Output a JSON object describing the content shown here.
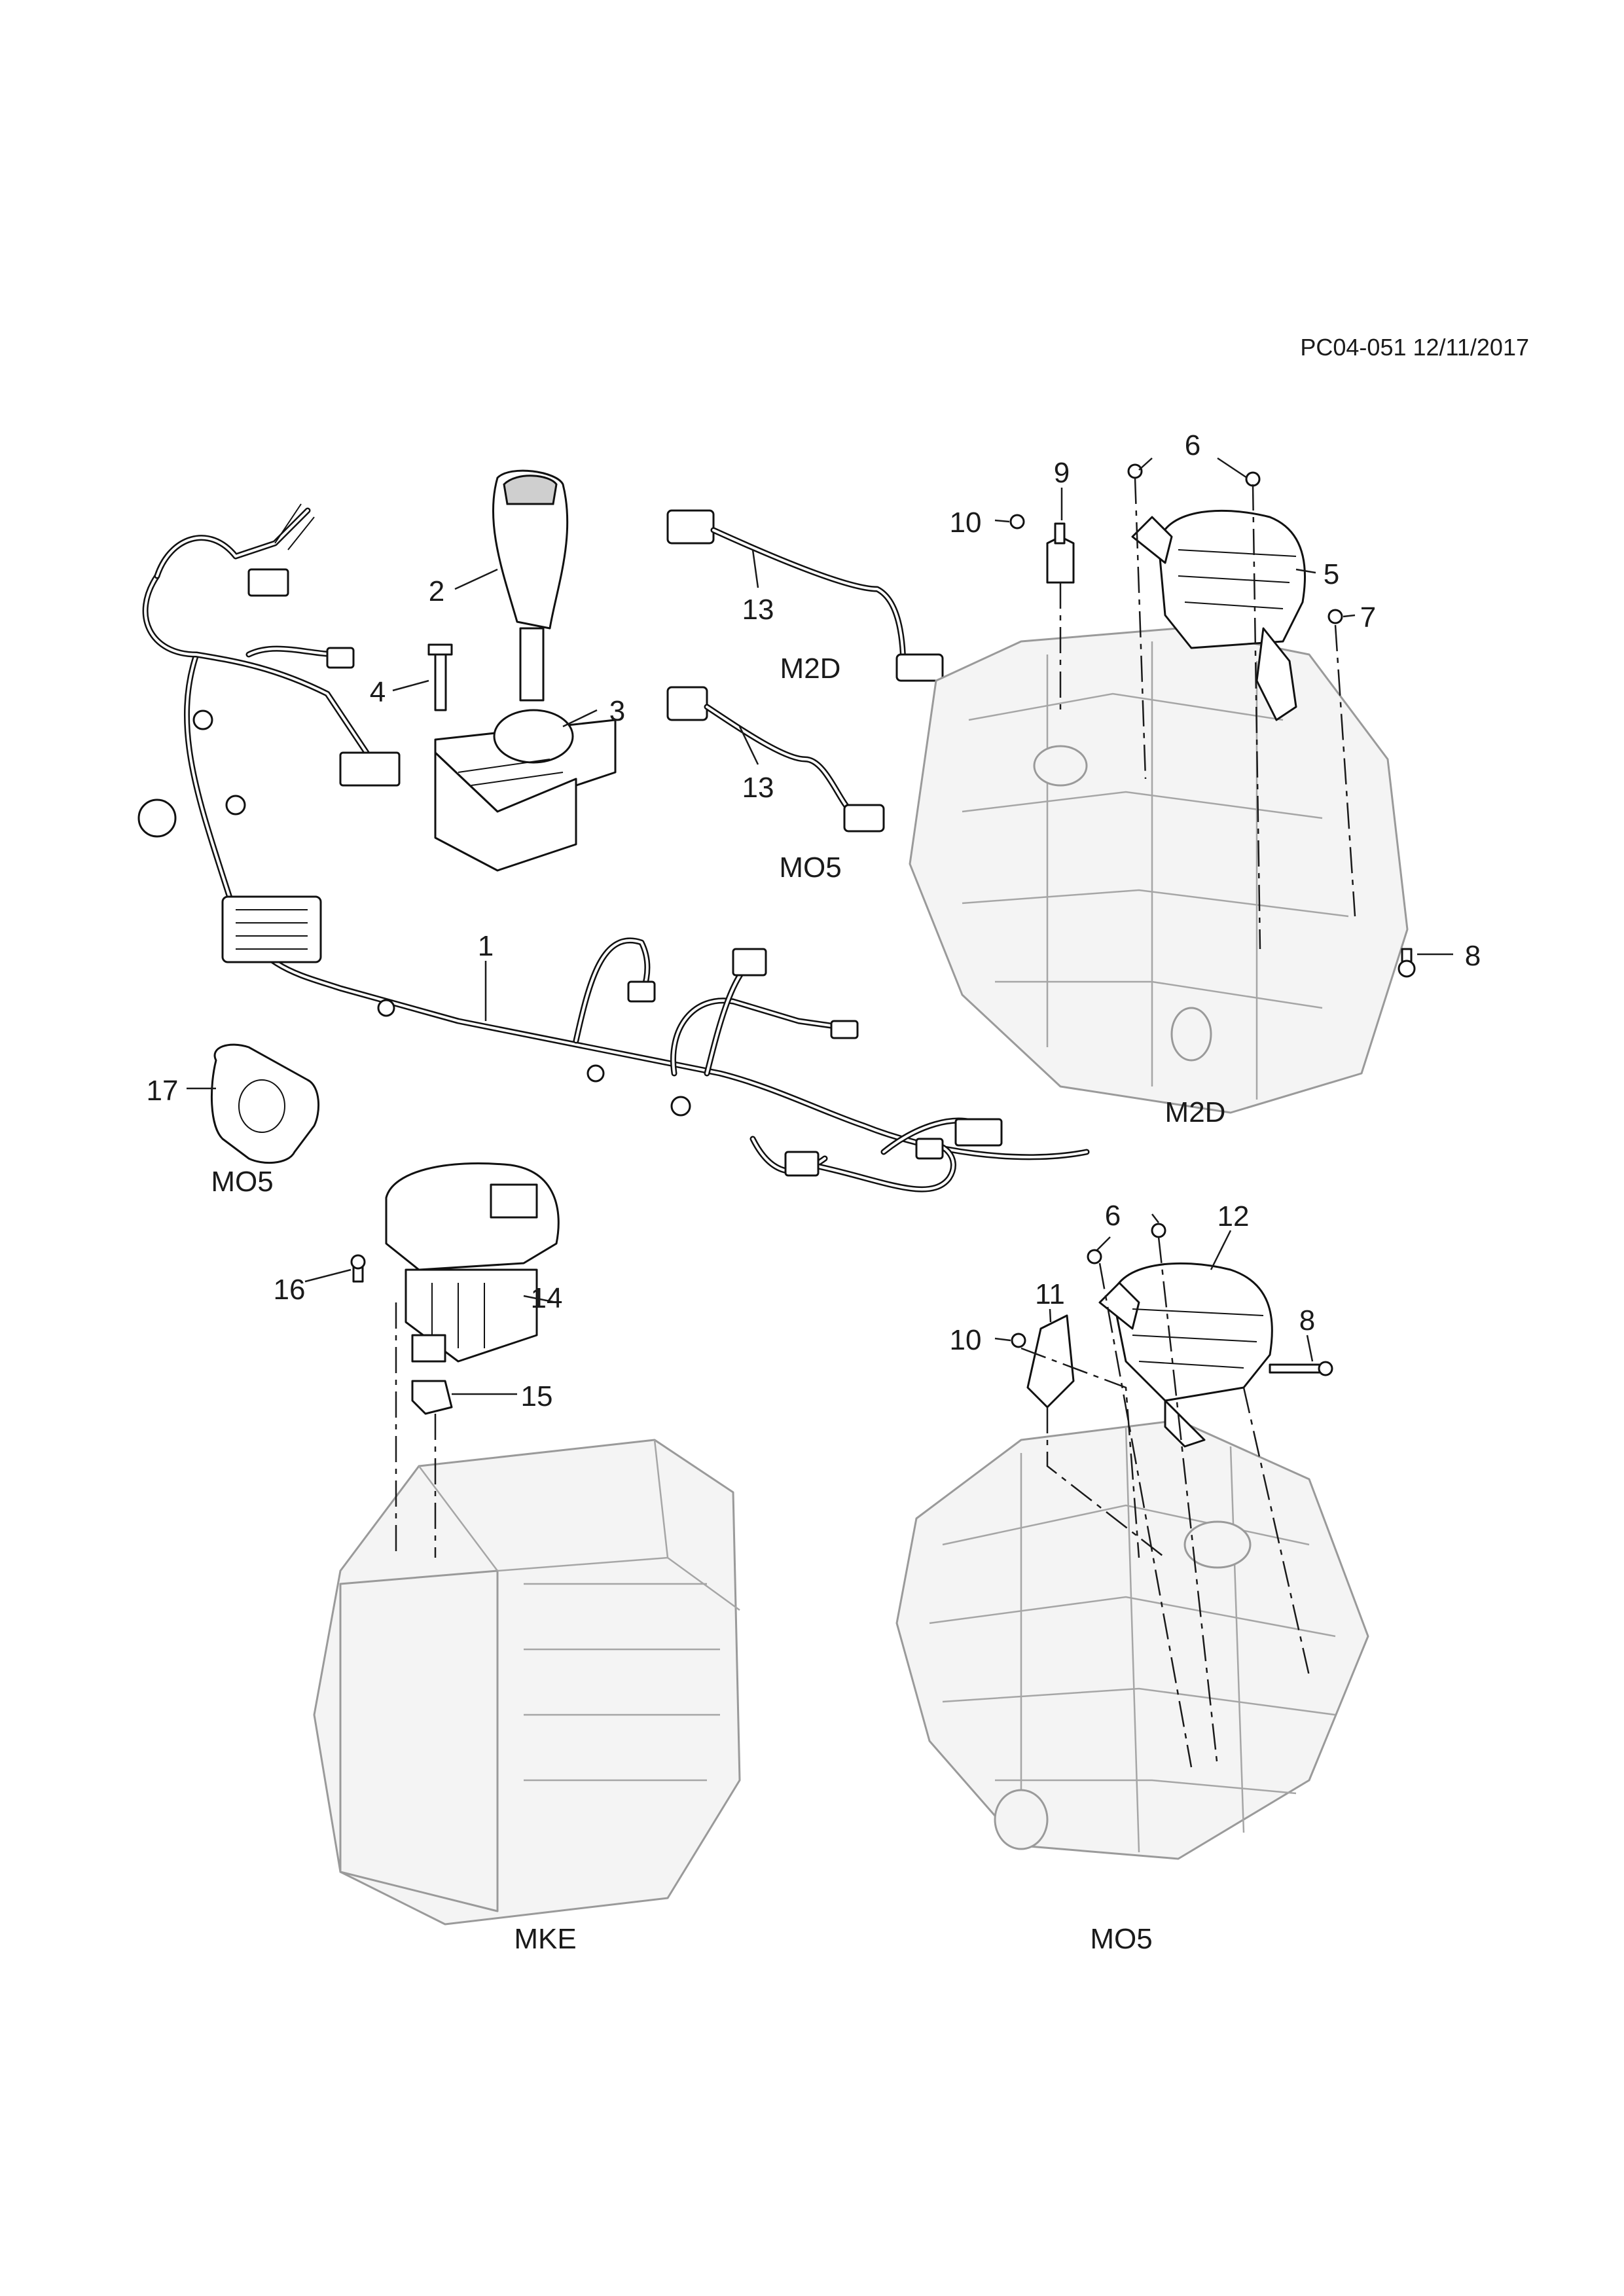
{
  "document": {
    "reference": "PC04-051 12/11/2017"
  },
  "callouts": {
    "c1": "1",
    "c2": "2",
    "c3": "3",
    "c4": "4",
    "c5": "5",
    "c6a": "6",
    "c6b": "6",
    "c7": "7",
    "c8a": "8",
    "c8b": "8",
    "c9": "9",
    "c10a": "10",
    "c10b": "10",
    "c11": "11",
    "c12": "12",
    "c13a": "13",
    "c13b": "13",
    "c14": "14",
    "c15": "15",
    "c16": "16",
    "c17": "17"
  },
  "variants": {
    "m2d_cable": "M2D",
    "mo5_cable": "MO5",
    "mo5_plate": "MO5",
    "m2d_transmission": "M2D",
    "mke_transmission": "MKE",
    "mo5_transmission": "MO5"
  }
}
